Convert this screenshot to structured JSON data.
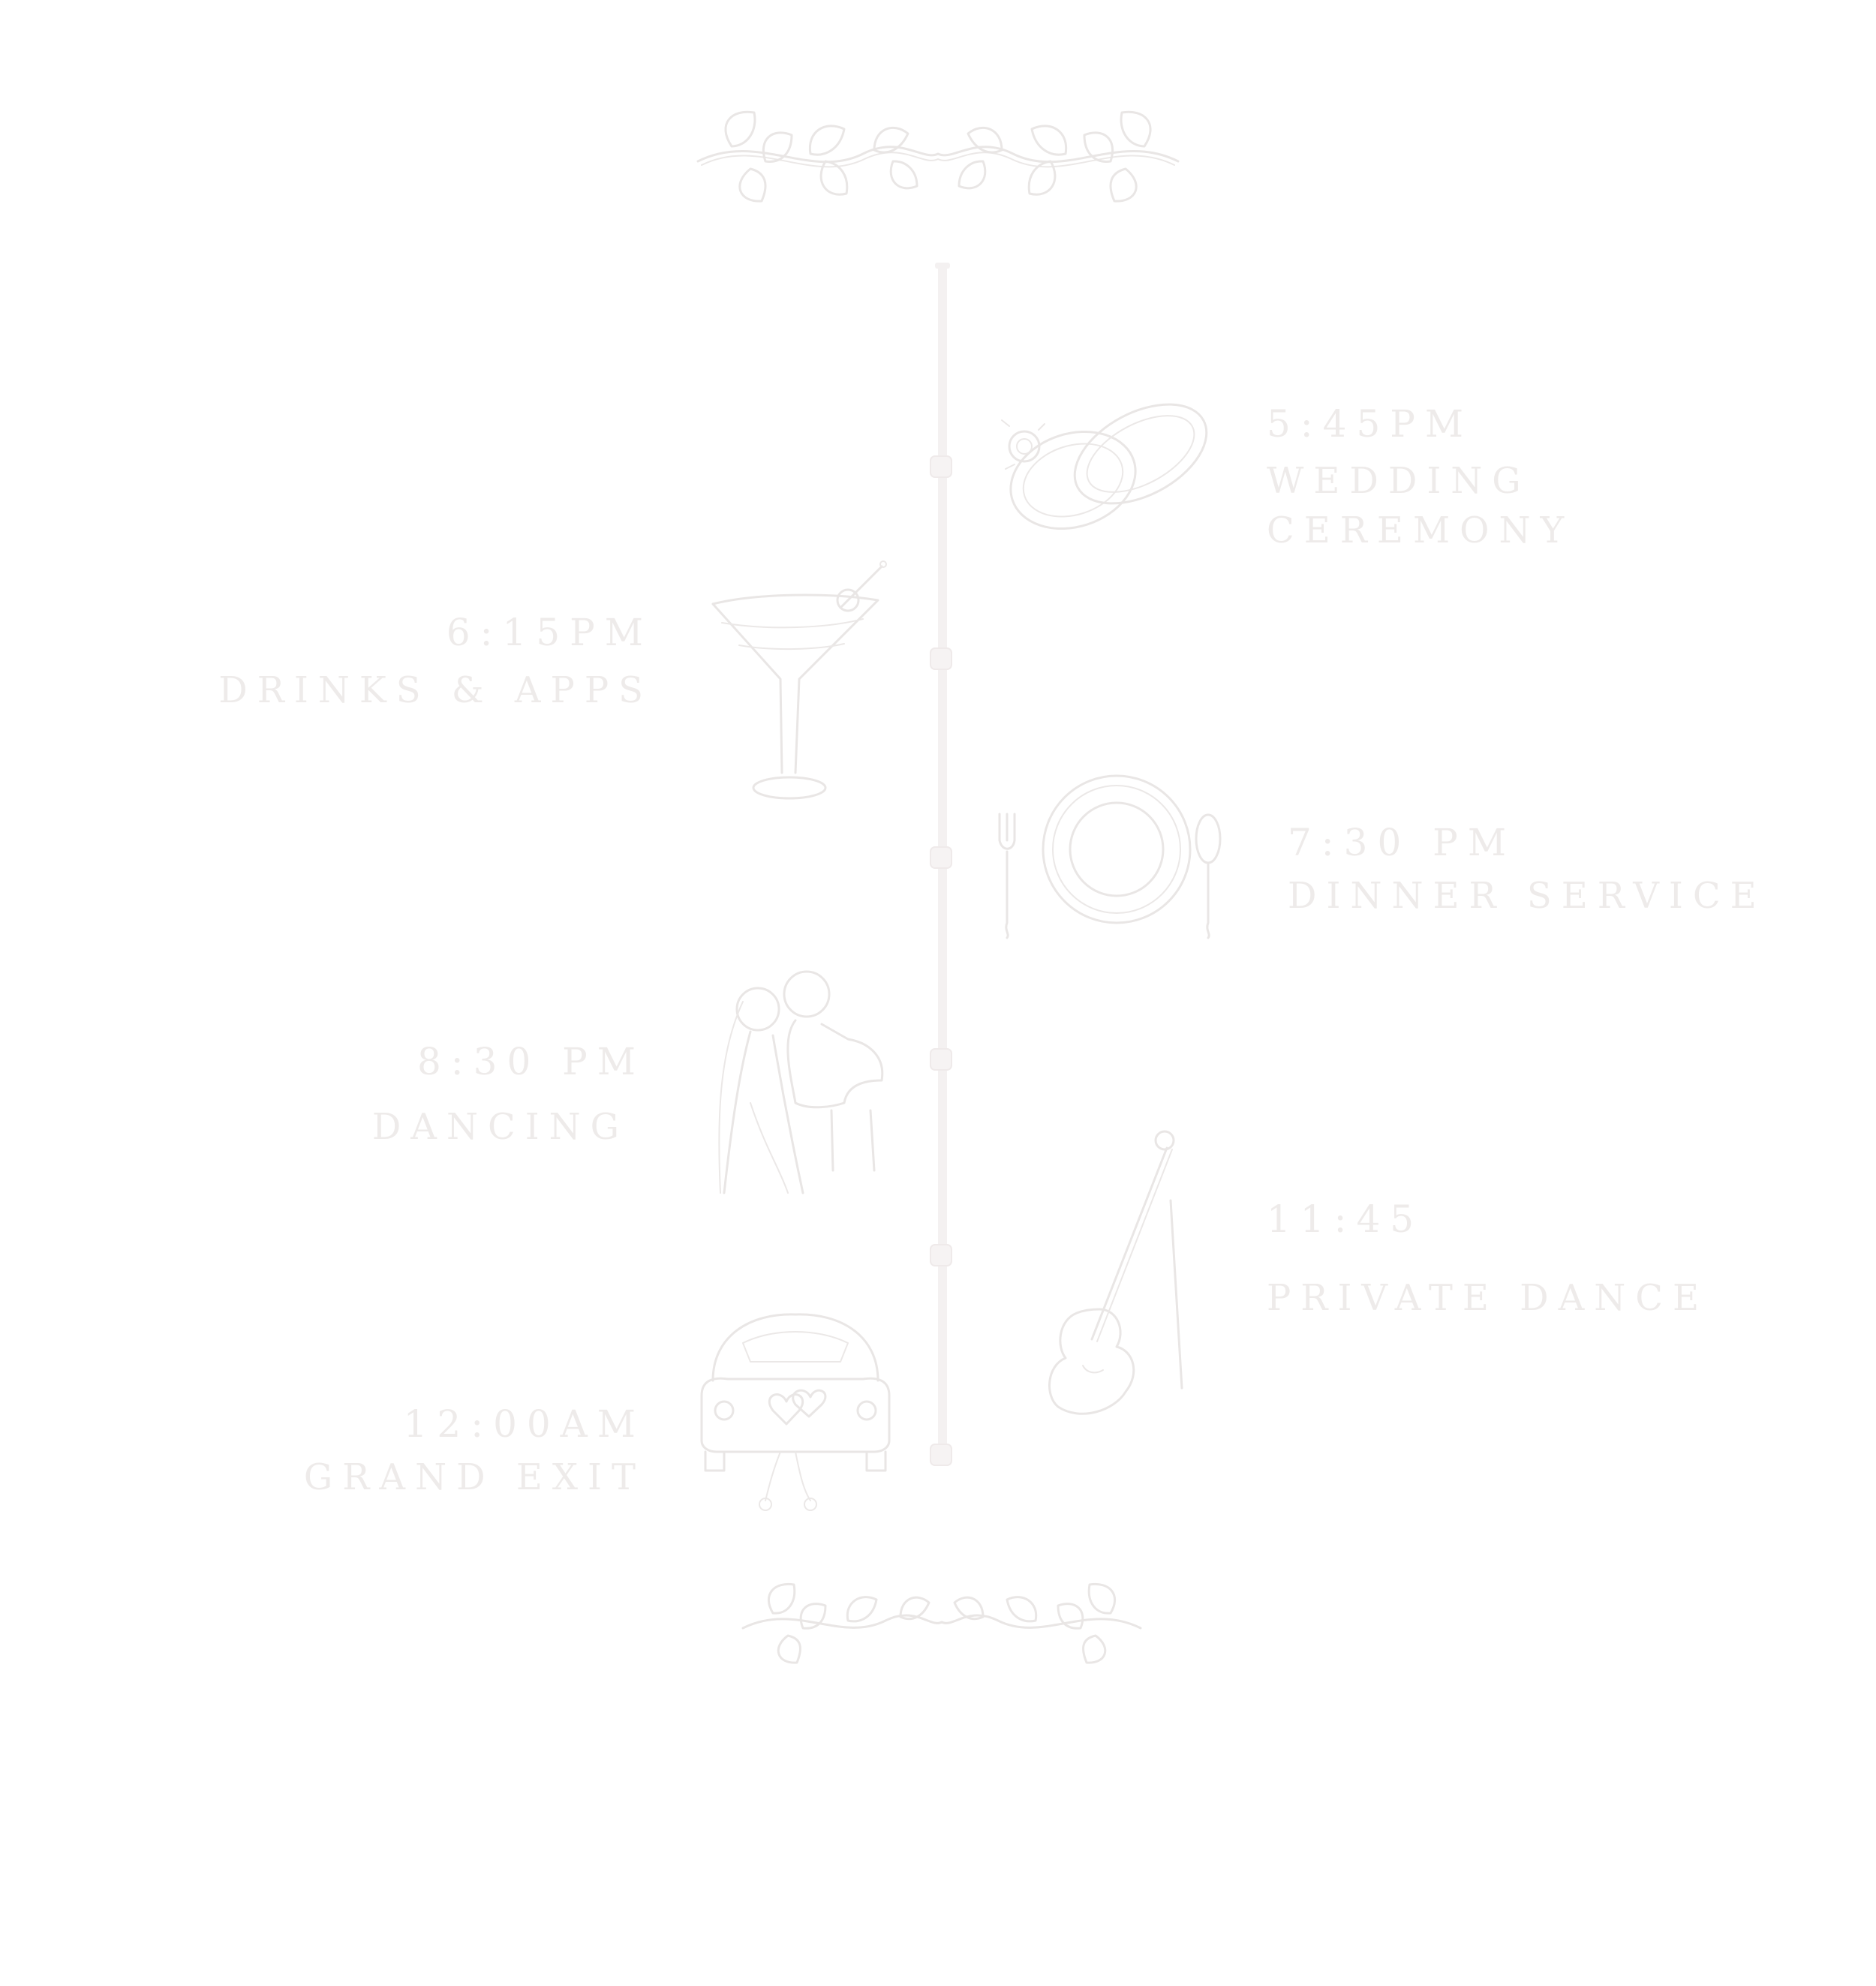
{
  "colors": {
    "background": "#ffffff",
    "ink": "#e9e6e5",
    "text": "#eeebea",
    "rail": "#f4f1f1"
  },
  "timeline": {
    "events": [
      {
        "time": "5:45PM",
        "event": "WEDDING CEREMONY",
        "icon": "wedding-rings-icon"
      },
      {
        "time": "6:15PM",
        "event": "DRINKS & APPS",
        "icon": "martini-glass-icon"
      },
      {
        "time": "7:30 PM",
        "event": "DINNER SERVICE",
        "icon": "place-setting-icon"
      },
      {
        "time": "8:30 PM",
        "event": "DANCING",
        "icon": "dancing-couple-icon"
      },
      {
        "time": "11:45",
        "event": "PRIVATE DANCE",
        "icon": "violin-icon"
      },
      {
        "time": "12:00AM",
        "event": "GRAND EXIT",
        "icon": "getaway-car-icon"
      }
    ]
  },
  "decorations": {
    "top": "laurel-vine-top-icon",
    "bottom": "laurel-vine-bottom-icon"
  }
}
